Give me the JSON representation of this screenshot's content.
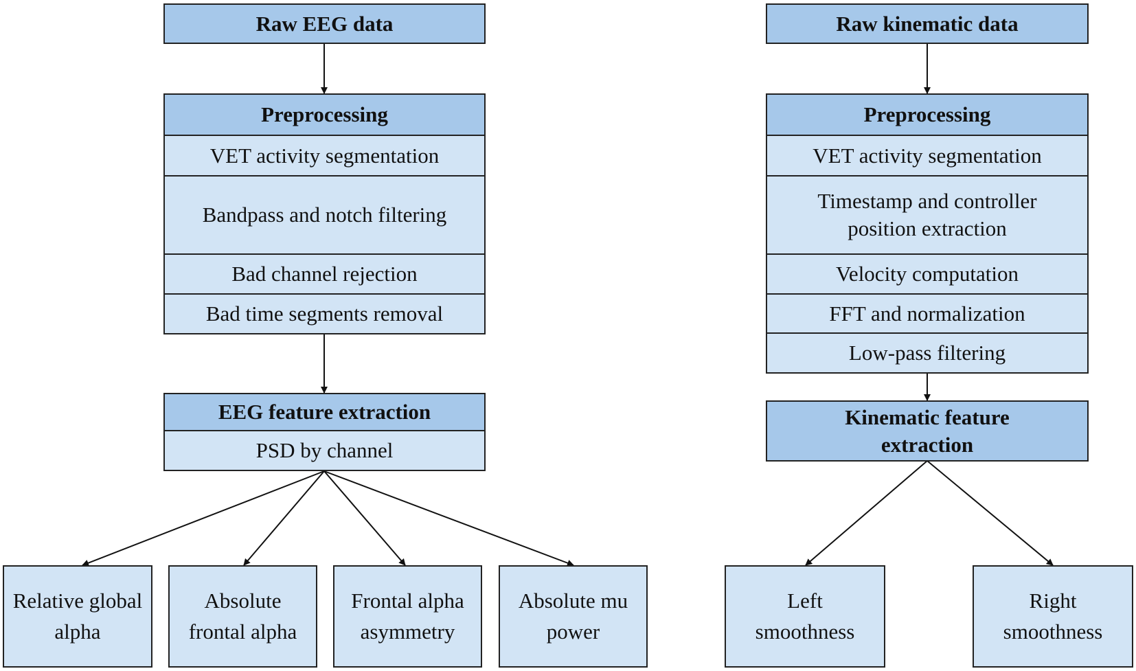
{
  "eeg": {
    "raw": "Raw EEG data",
    "preprocessing": {
      "title": "Preprocessing",
      "steps": [
        "VET activity segmentation",
        "Bandpass and notch filtering",
        "Bad channel rejection",
        "Bad time segments removal"
      ]
    },
    "feature_extraction": {
      "title": "EEG feature extraction",
      "method": "PSD by channel"
    },
    "features": [
      "Relative global alpha",
      "Absolute frontal alpha",
      "Frontal alpha asymmetry",
      "Absolute mu power"
    ]
  },
  "kinematic": {
    "raw": "Raw kinematic data",
    "preprocessing": {
      "title": "Preprocessing",
      "steps": [
        "VET activity segmentation",
        "Timestamp and controller position extraction",
        "Velocity computation",
        "FFT and normalization",
        "Low-pass filtering"
      ]
    },
    "feature_extraction": {
      "title": "Kinematic feature extraction"
    },
    "features": [
      "Left smoothness",
      "Right smoothness"
    ]
  },
  "colors": {
    "header_fill": "#a6c8ea",
    "row_fill": "#d2e4f5",
    "stroke": "#222222"
  }
}
